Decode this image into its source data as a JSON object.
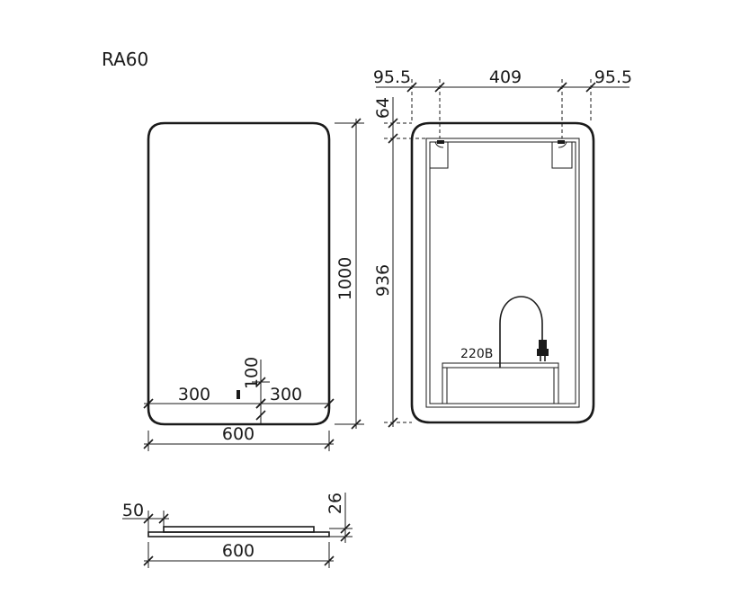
{
  "model_label": "RA60",
  "front_view": {
    "height_label": "1000",
    "width_label": "600",
    "left_offset_label": "300",
    "right_offset_label": "300",
    "sensor_height_label": "100"
  },
  "back_view": {
    "left_margin_label": "95.5",
    "center_span_label": "409",
    "right_margin_label": "95.5",
    "top_offset_label": "64",
    "inner_height_label": "936",
    "voltage_label": "220B"
  },
  "side_view": {
    "offset_label": "50",
    "depth_label": "26",
    "width_label": "600"
  }
}
